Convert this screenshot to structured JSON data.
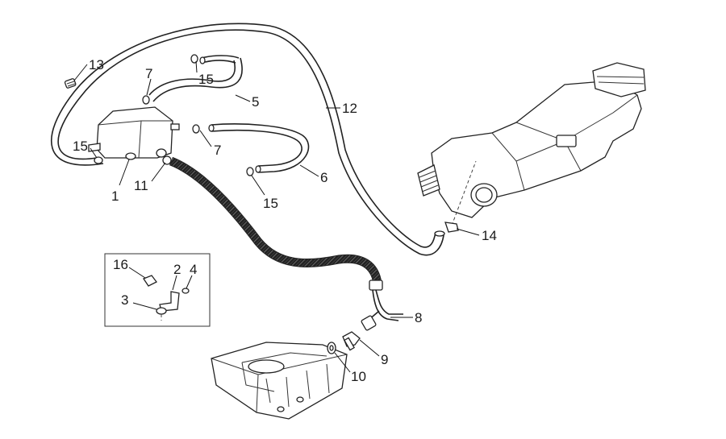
{
  "labels": {
    "l1": "1",
    "l2": "2",
    "l3": "3",
    "l4": "4",
    "l5": "5",
    "l6": "6",
    "l7a": "7",
    "l7b": "7",
    "l8": "8",
    "l9": "9",
    "l10": "10",
    "l11": "11",
    "l12": "12",
    "l13": "13",
    "l14": "14",
    "l15a": "15",
    "l15b": "15",
    "l15c": "15",
    "l16": "16"
  }
}
